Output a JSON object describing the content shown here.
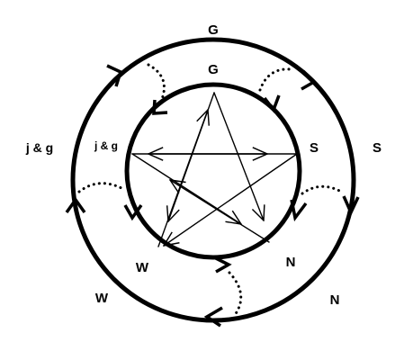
{
  "outer_labels": {
    "g": "G",
    "s": "S",
    "n": "N",
    "w": "W",
    "jg": "j & g"
  },
  "inner_labels": {
    "g": "G",
    "s": "S",
    "n": "N",
    "w": "W",
    "jg": "j & g"
  },
  "colors": {
    "ink": "#000000",
    "background": "#ffffff"
  }
}
